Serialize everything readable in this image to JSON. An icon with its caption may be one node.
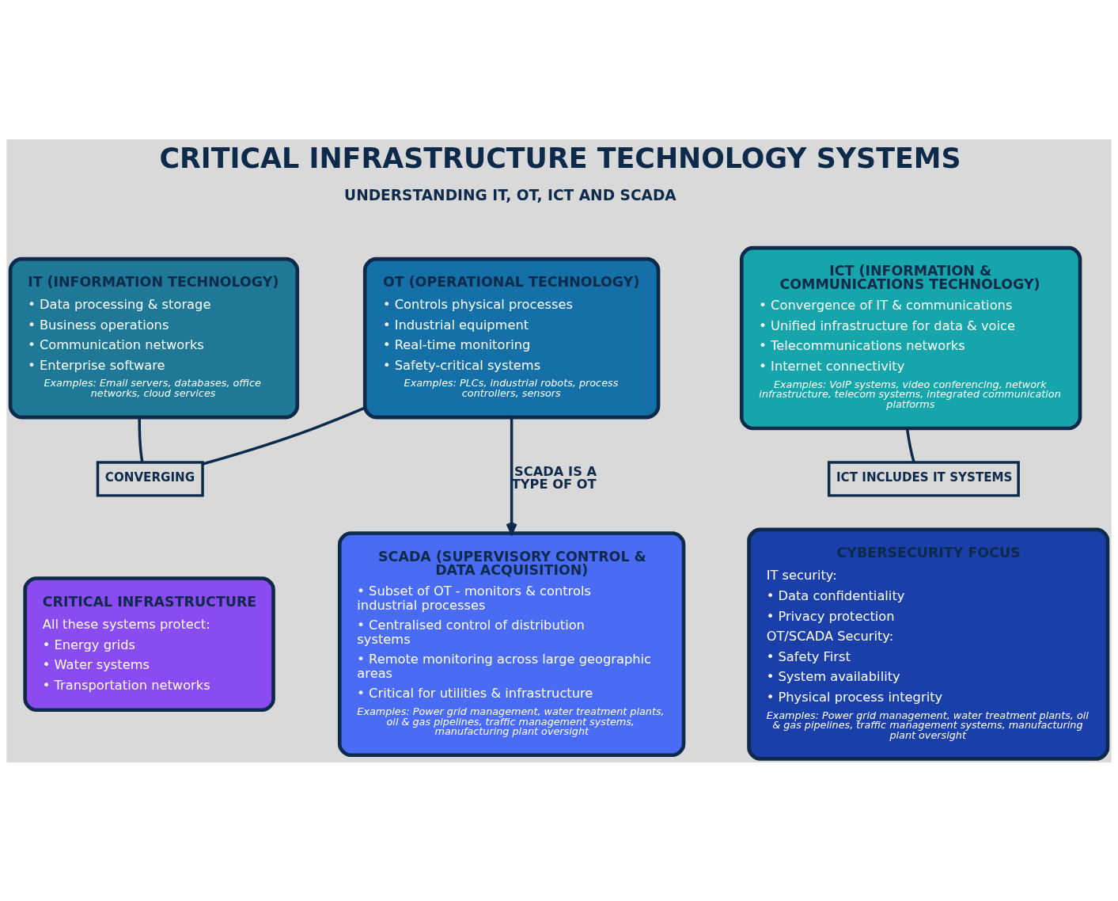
{
  "diagram": {
    "title": "CRITICAL INFRASTRUCTURE TECHNOLOGY SYSTEMS",
    "nodes": [
      {
        "text": [
          "IT (INFORMATION TECHNOLOGY)",
          "• Data processing & storage",
          "• Business operations",
          "• Communication networks",
          "• Enterprise software",
          "Examples: Email servers, databases, office networks, cloud services"
        ]
      },
      {
        "text": [
          "OT (OPERATIONAL TECHNOLOGY)",
          "• Controls physical processes",
          "• Industrial equipment",
          "• Real-time monitoring",
          "• Safety-critical systems",
          "Examples: PLCs, industrial robots, process controllers, sensors"
        ]
      },
      {
        "text": [
          "ICT (INFORMATION & COMMUNICATIONS TECHNOLOGY)",
          "• Convergence of IT & communications",
          "• Unified infrastructure for data & voice",
          "• Telecommunications networks",
          "• Internet connectivity",
          "Examples: VoIP systems, video conferencing, network infrastructure, telecom systems, integrated communication platforms"
        ]
      },
      {
        "text": [
          "CONVERGING"
        ]
      },
      {
        "text": [
          "ICT INCLUDES IT SYSTEMS"
        ]
      },
      {
        "text": [
          "CRITICAL INFRASTRUCTURE",
          "All these systems protect:",
          "• Energy grids",
          "• Water systems",
          "• Transportation networks"
        ]
      },
      {
        "text": [
          "SCADA (SUPERVISORY CONTROL & DATA ACQUISITION)",
          "• Subset of OT - monitors & controls industrial processes",
          "• Centralised control of distribution systems",
          "• Remote monitoring across large geographic areas",
          "• Critical for utilities & infrastructure",
          "Examples: Power grid management, water treatment plants, oil & gas pipelines, traffic management systems, manufacturing plant oversight"
        ]
      },
      {
        "text": [
          "CYBERSECURITY FOCUS",
          "IT security:",
          "• Data confidentiality",
          "• Privacy protection",
          "OT/SCADA Security:",
          "• Safety First",
          "• System availability",
          "• Physical process integrity",
          "Examples: Power grid management, water treatment plants, oil & gas pipelines, traffic management systems, manufacturing plant oversight"
        ]
      }
    ],
    "edges": [
      {
        "from": 3,
        "to": 0,
        "arrow": "none"
      },
      {
        "from": 3,
        "to": 1,
        "arrow": "none"
      },
      {
        "from": 4,
        "to": 2,
        "arrow": "none"
      },
      {
        "from": 1,
        "to": 6,
        "arrow": "to",
        "label": "SCADA IS A TYPE OF OT"
      }
    ],
    "labels": [
      "UNDERSTANDING IT, OT, ICT AND SCADA"
    ]
  }
}
